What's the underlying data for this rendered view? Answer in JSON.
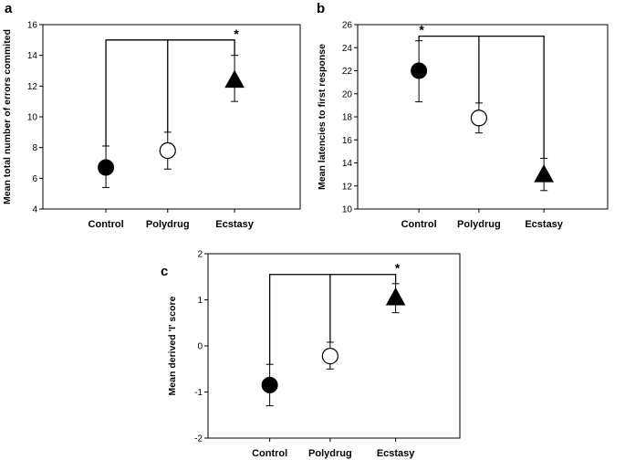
{
  "chart_data": [
    {
      "panel": "a",
      "type": "scatter",
      "categories": [
        "Control",
        "Polydrug",
        "Ecstasy"
      ],
      "ylabel": "Mean total number of errors commited",
      "ylim": [
        4,
        16
      ],
      "yticks": [
        4,
        6,
        8,
        10,
        12,
        14,
        16
      ],
      "markers": [
        "filled-circle",
        "open-circle",
        "filled-triangle"
      ],
      "values": [
        6.7,
        7.8,
        12.4
      ],
      "error_low": [
        5.4,
        6.6,
        11.0
      ],
      "error_high": [
        8.1,
        9.0,
        14.0
      ],
      "significance": {
        "from": "Control",
        "to": "Ecstasy",
        "label": "*",
        "level": 15.0
      }
    },
    {
      "panel": "b",
      "type": "scatter",
      "categories": [
        "Control",
        "Polydrug",
        "Ecstasy"
      ],
      "ylabel": "Mean latencies to first response",
      "ylim": [
        10,
        26
      ],
      "yticks": [
        10,
        12,
        14,
        16,
        18,
        20,
        22,
        24,
        26
      ],
      "markers": [
        "filled-circle",
        "open-circle",
        "filled-triangle"
      ],
      "values": [
        22.0,
        17.9,
        13.0
      ],
      "error_low": [
        19.3,
        16.6,
        11.6
      ],
      "error_high": [
        24.6,
        19.2,
        14.4
      ],
      "significance": {
        "from": "Control",
        "to": "Ecstasy",
        "label": "*",
        "level": 25.0
      }
    },
    {
      "panel": "c",
      "type": "scatter",
      "categories": [
        "Control",
        "Polydrug",
        "Ecstasy"
      ],
      "ylabel": "Mean derived 'I' score",
      "ylim": [
        -2,
        2
      ],
      "yticks": [
        -2,
        -1,
        0,
        1,
        2
      ],
      "markers": [
        "filled-circle",
        "open-circle",
        "filled-triangle"
      ],
      "values": [
        -0.85,
        -0.22,
        1.05
      ],
      "error_low": [
        -1.3,
        -0.5,
        0.72
      ],
      "error_high": [
        -0.4,
        0.08,
        1.35
      ],
      "significance": {
        "from": "Control",
        "to": "Ecstasy",
        "label": "*",
        "level": 1.55
      }
    }
  ]
}
